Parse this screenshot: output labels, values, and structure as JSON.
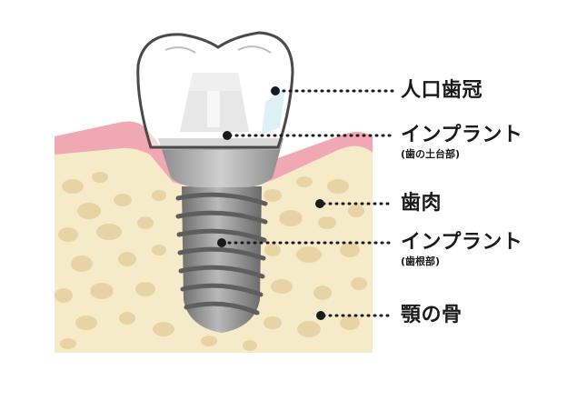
{
  "labels": {
    "crown": {
      "title": "人口歯冠"
    },
    "abutment": {
      "title": "インプラント",
      "sub": "(歯の土台部)"
    },
    "gum": {
      "title": "歯肉"
    },
    "implant_fixture": {
      "title": "インプラント",
      "sub": "(歯根部)"
    },
    "jawbone": {
      "title": "顎の骨"
    }
  },
  "colors": {
    "bone": "#f6ebc9",
    "bone_spots": "#e8d3a4",
    "gum": "#f0a8b2",
    "crown_outline": "#4a4a4a",
    "implant_metal": "#8c8c8c",
    "leader_dots": "#1a1a1a"
  }
}
